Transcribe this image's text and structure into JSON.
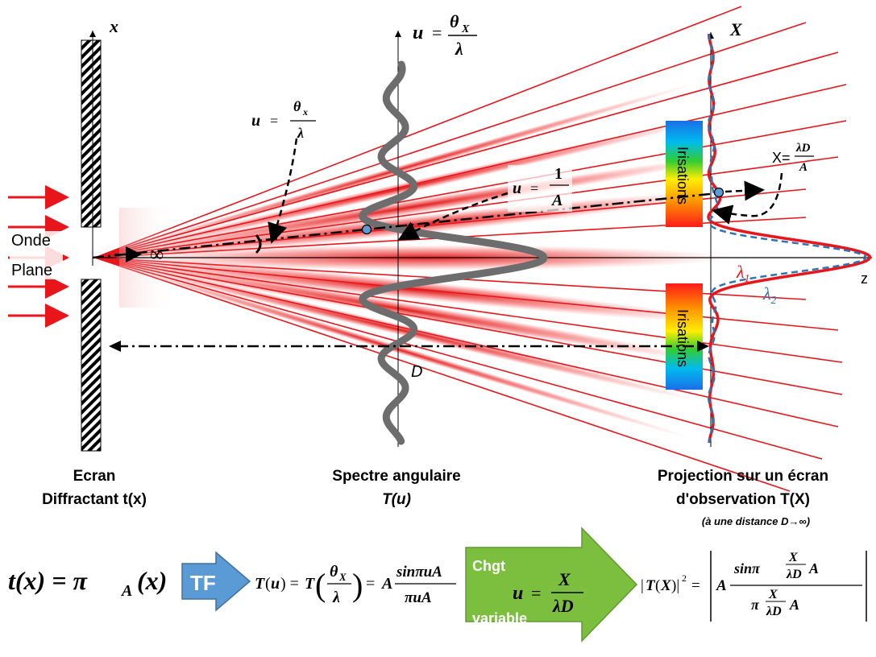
{
  "incident": {
    "label_line1": "Onde",
    "label_line2": "Plane",
    "arrow_color": "#e8161b"
  },
  "axes": {
    "x_screen": "x",
    "u_spectrum": "u = θX/λ",
    "X_observation": "X",
    "z": "z",
    "infinity": "∞"
  },
  "annotations": {
    "u_theta_x": "u = θx/λ",
    "u_one_over_A": "u = 1/A",
    "X_lambdaD_over_A": "X = λD/A",
    "distance": "D",
    "lambda1": "λ1",
    "lambda2": "λ2",
    "lambda1_color": "#e8161b",
    "lambda2_color": "#2e75b6"
  },
  "irisations": {
    "label": "Irisations"
  },
  "captions": {
    "screen": {
      "line1": "Ecran",
      "line2": "Diffractant t(x)"
    },
    "spectrum": {
      "line1": "Spectre angulaire",
      "line2": "T(u)"
    },
    "projection": {
      "line1": "Projection sur un écran",
      "line2": "d'observation T(X)",
      "line3": "(à une distance D→∞)"
    }
  },
  "formulas": {
    "tx": "t(x) = πA(x)",
    "tf_label": "TF",
    "Tu": "T(u) = T(θX/λ) = A sinπuA / πuA",
    "chgt_label_line1": "Chgt",
    "chgt_label_line2": "variable",
    "chgt_formula": "u = X/λD",
    "TX": "|T(X)|² = |A sinπ(X/λD)A / π(X/λD)A|",
    "tf_color": "#5b9bd5",
    "chgt_color": "#7cbf3f"
  }
}
